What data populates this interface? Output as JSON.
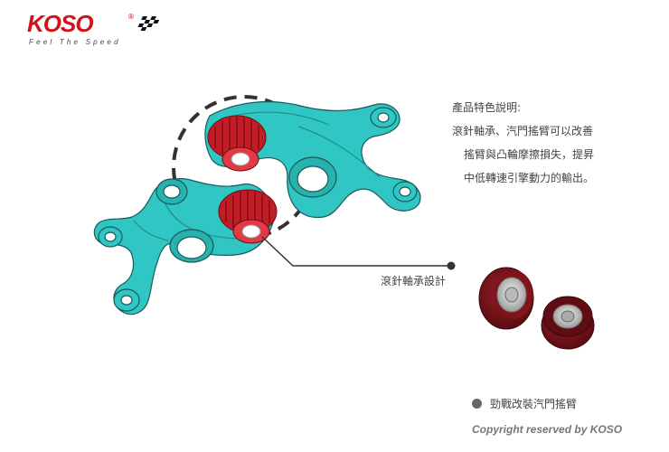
{
  "brand": {
    "name": "KOSO",
    "registered": "®",
    "tagline": "Feel The Speed",
    "color": "#d0131b"
  },
  "features": {
    "heading": "產品特色說明:",
    "lines": [
      "滾針軸承、汽門搖臂可以改善",
      "搖臂與凸輪摩擦損失，提昇",
      "中低轉速引擎動力的輸出。"
    ]
  },
  "callout": {
    "label": "滾針軸承設計"
  },
  "product": {
    "label": "勁戰改裝汽門搖臂"
  },
  "copyright": "Copyright reserved by KOSO",
  "colors": {
    "rocker_arm": "#2fc6c4",
    "bearing": "#c21d26",
    "roller": "#6e1017"
  },
  "icons": [
    "checkered-flag-icon",
    "bullet-dot-icon"
  ]
}
